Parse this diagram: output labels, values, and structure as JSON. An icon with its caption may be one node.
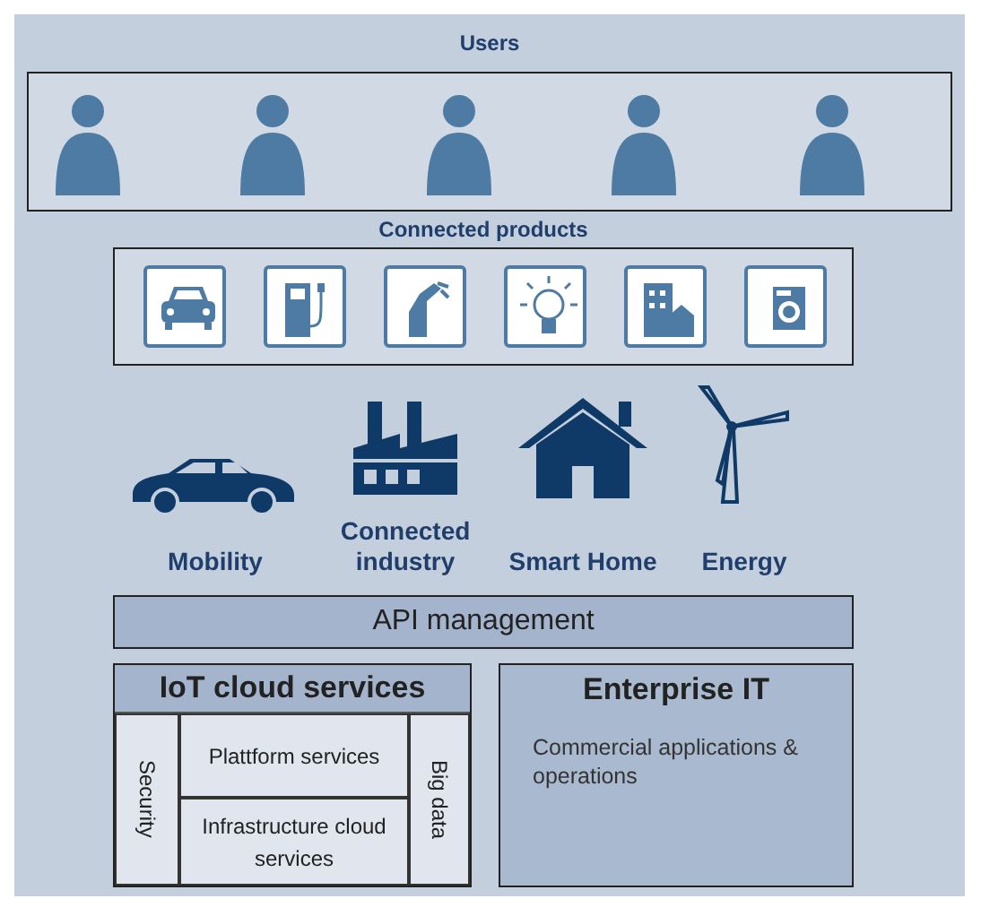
{
  "diagram": {
    "nodes": [
      {
        "text": [
          "Users"
        ]
      },
      {
        "text": [
          "Connected products"
        ]
      },
      {
        "text": [
          "API management"
        ]
      },
      {
        "text": [
          "IoT cloud services"
        ]
      },
      {
        "text": [
          "Security"
        ],
        "in": 3
      },
      {
        "text": [
          "Plattform services"
        ],
        "in": 3
      },
      {
        "text": [
          "Infrastructure cloud services"
        ],
        "in": 3
      },
      {
        "text": [
          "Big data"
        ],
        "in": 3
      },
      {
        "text": [
          "Enterprise IT",
          "Commercial applications & operations"
        ]
      }
    ],
    "edges": [],
    "labels": [
      "Mobility",
      "Connected industry",
      "Smart Home",
      "Energy"
    ]
  }
}
